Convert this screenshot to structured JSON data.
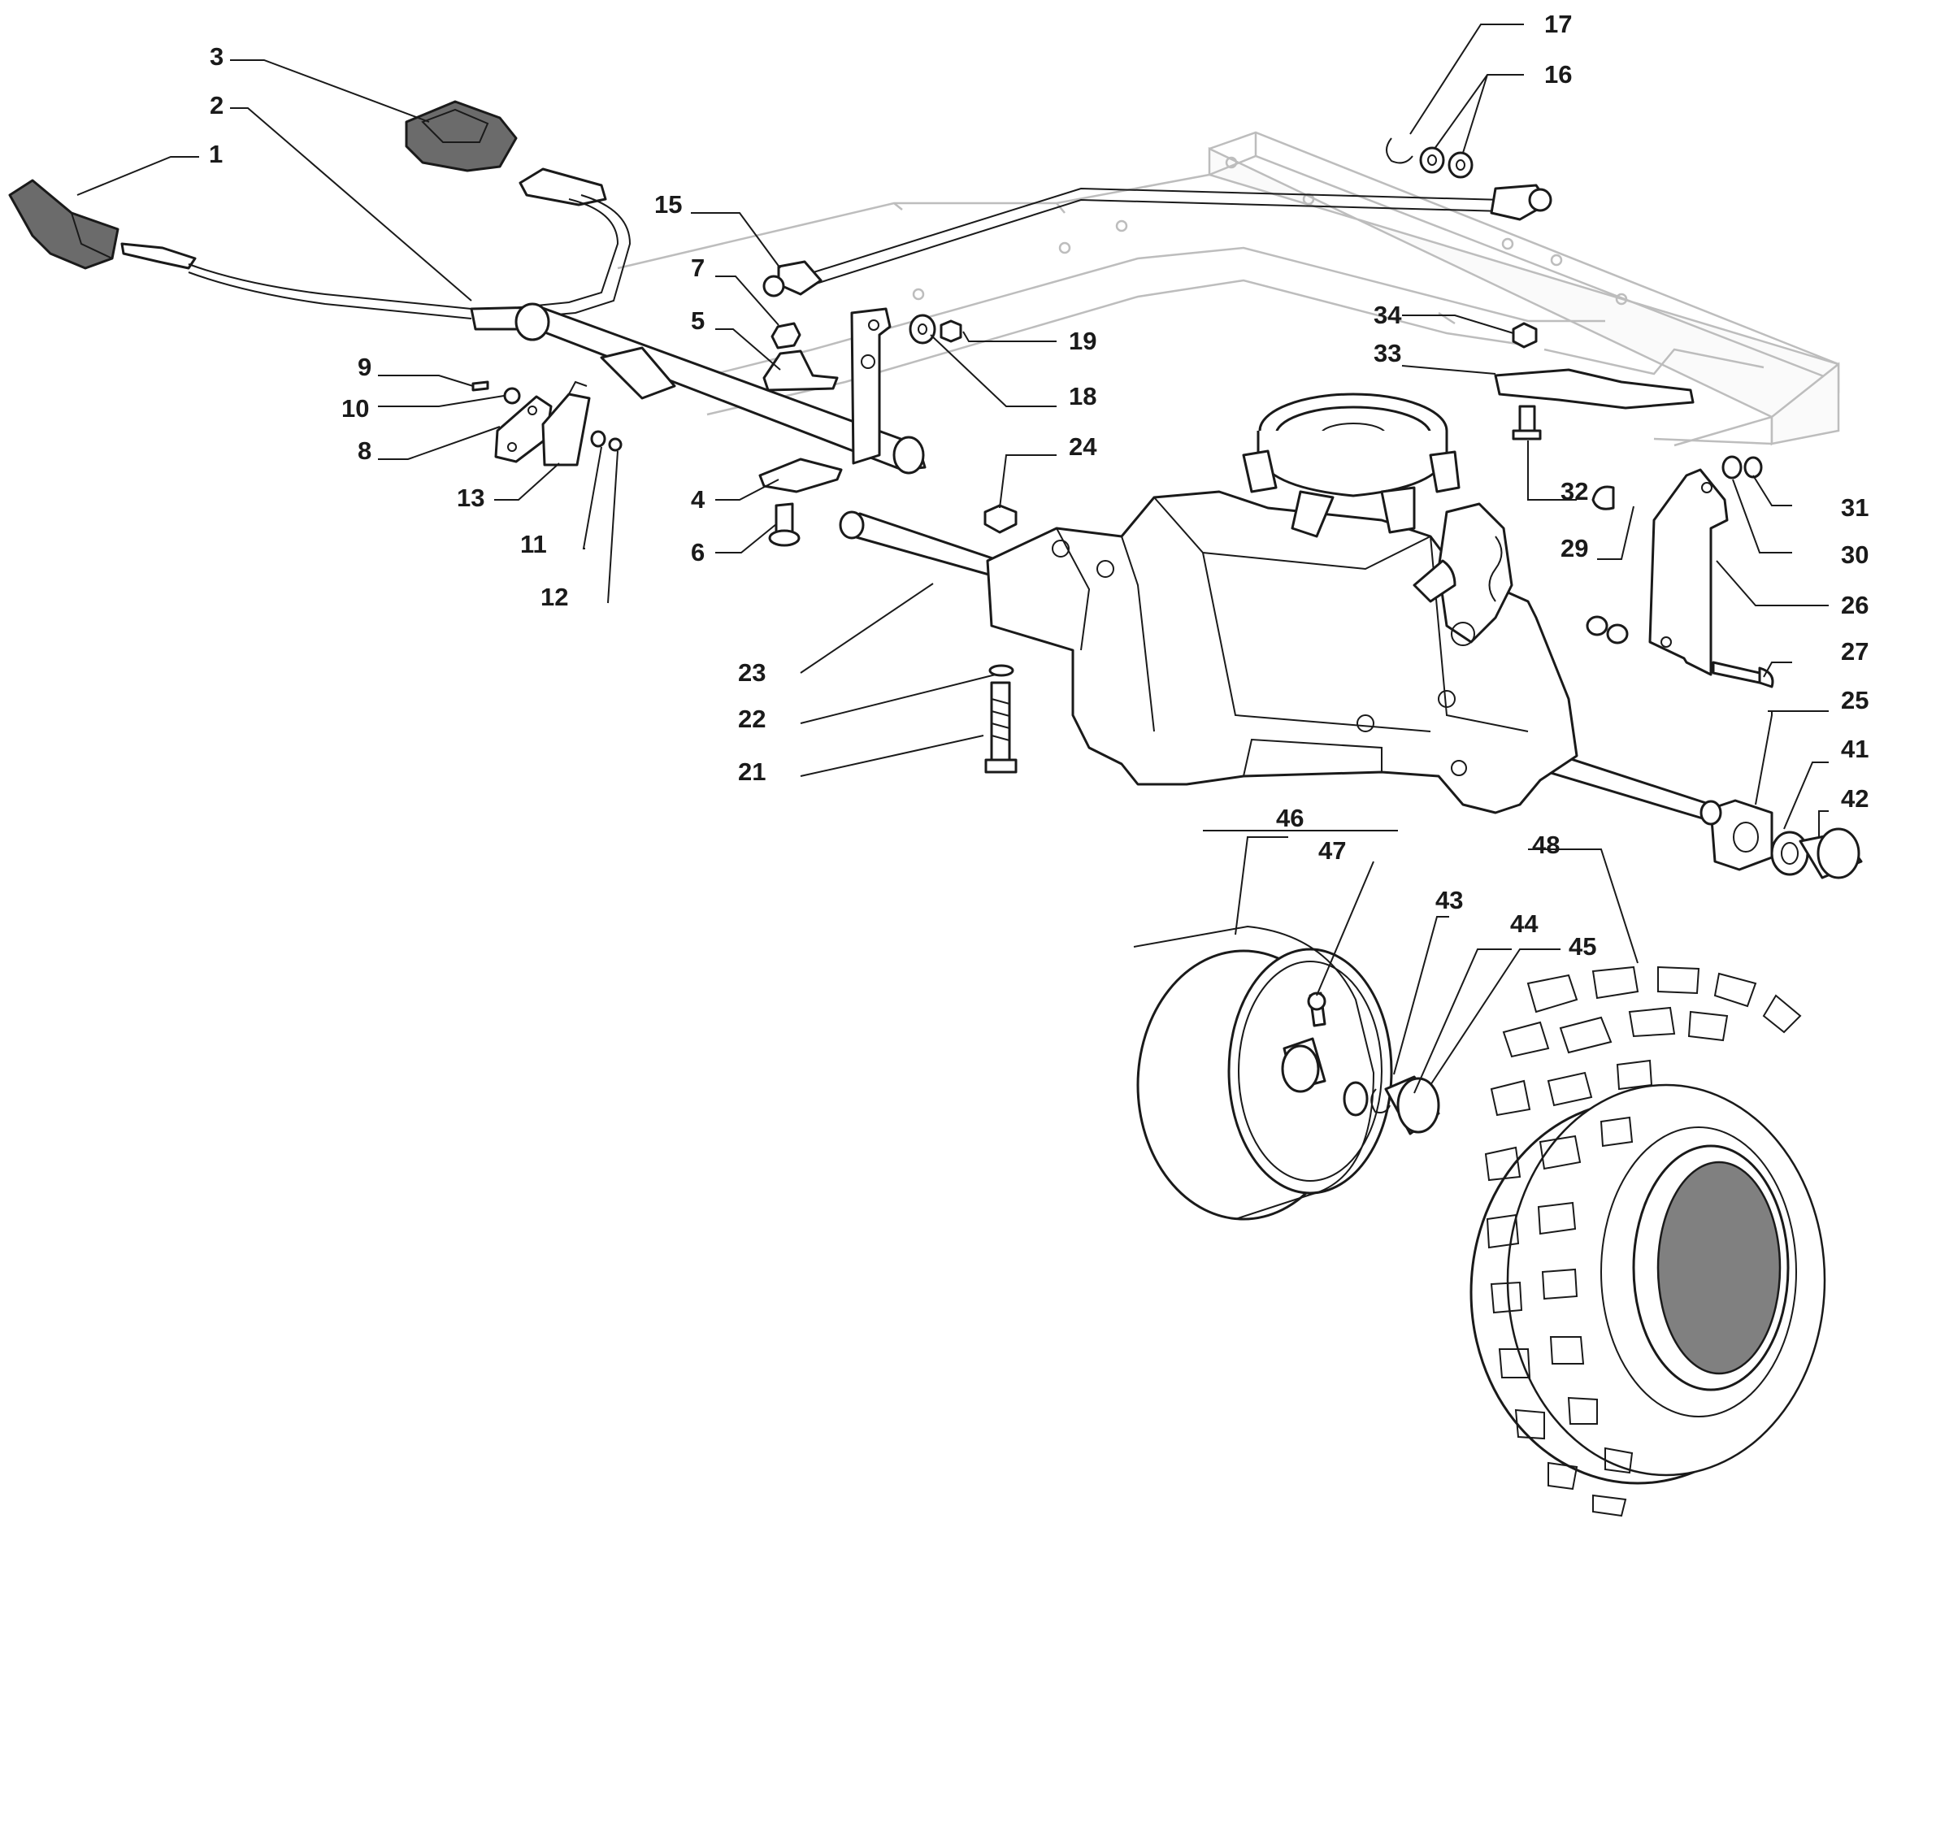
{
  "callouts": [
    {
      "id": "1",
      "text": "1"
    },
    {
      "id": "2",
      "text": "2"
    },
    {
      "id": "3",
      "text": "3"
    },
    {
      "id": "4",
      "text": "4"
    },
    {
      "id": "5",
      "text": "5"
    },
    {
      "id": "6",
      "text": "6"
    },
    {
      "id": "7",
      "text": "7"
    },
    {
      "id": "8",
      "text": "8"
    },
    {
      "id": "9",
      "text": "9"
    },
    {
      "id": "10",
      "text": "10"
    },
    {
      "id": "11",
      "text": "11"
    },
    {
      "id": "12",
      "text": "12"
    },
    {
      "id": "13",
      "text": "13"
    },
    {
      "id": "15",
      "text": "15"
    },
    {
      "id": "16",
      "text": "16"
    },
    {
      "id": "17",
      "text": "17"
    },
    {
      "id": "18",
      "text": "18"
    },
    {
      "id": "19",
      "text": "19"
    },
    {
      "id": "21",
      "text": "21"
    },
    {
      "id": "22",
      "text": "22"
    },
    {
      "id": "23",
      "text": "23"
    },
    {
      "id": "24",
      "text": "24"
    },
    {
      "id": "25",
      "text": "25"
    },
    {
      "id": "26",
      "text": "26"
    },
    {
      "id": "27",
      "text": "27"
    },
    {
      "id": "29",
      "text": "29"
    },
    {
      "id": "30",
      "text": "30"
    },
    {
      "id": "31",
      "text": "31"
    },
    {
      "id": "32",
      "text": "32"
    },
    {
      "id": "33",
      "text": "33"
    },
    {
      "id": "34",
      "text": "34"
    },
    {
      "id": "41",
      "text": "41"
    },
    {
      "id": "42",
      "text": "42"
    },
    {
      "id": "43",
      "text": "43"
    },
    {
      "id": "44",
      "text": "44"
    },
    {
      "id": "45",
      "text": "45"
    },
    {
      "id": "46",
      "text": "46"
    },
    {
      "id": "47",
      "text": "47"
    },
    {
      "id": "48",
      "text": "48"
    }
  ],
  "colors": {
    "line": "#1a1a1a",
    "frame": "#bdbdbd",
    "dark_part": "#6b6b6b",
    "tire_inner": "#808080"
  }
}
